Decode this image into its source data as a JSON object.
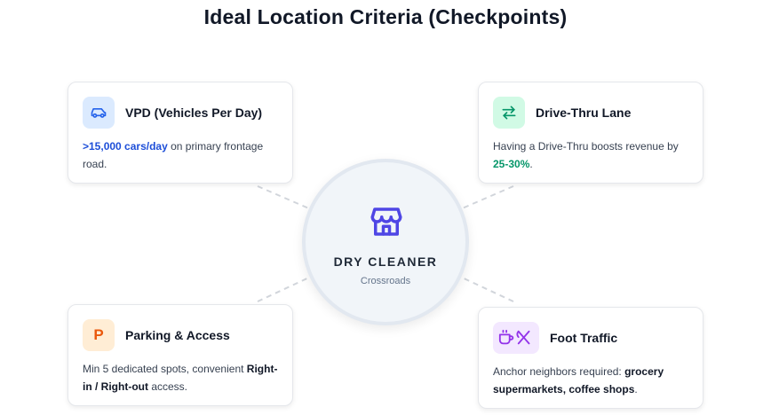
{
  "title": "Ideal Location Criteria (Checkpoints)",
  "center": {
    "title": "DRY CLEANER",
    "subtitle": "Crossroads",
    "icon": "store-icon"
  },
  "cards": [
    {
      "id": "vpd",
      "title": "VPD (Vehicles Per Day)",
      "icon": "car-icon",
      "icon_bg": "#dbeafe",
      "icon_color": "#2563eb",
      "body": {
        "highlight": ">15,000 cars/day",
        "text": " on primary frontage road."
      }
    },
    {
      "id": "drive-thru",
      "title": "Drive-Thru Lane",
      "icon": "swap-arrows-icon",
      "icon_bg": "#d1fae5",
      "icon_color": "#059669",
      "body": {
        "text": "Having a Drive-Thru boosts revenue by ",
        "highlight": "25-30%",
        "suffix": "."
      }
    },
    {
      "id": "parking",
      "title": "Parking & Access",
      "icon": "parking-icon",
      "icon_bg": "#ffedd5",
      "icon_color": "#ea580c",
      "icon_letter": "P",
      "body": {
        "text": "Min 5 dedicated spots, convenient ",
        "highlight": "Right-in / Right-out",
        "suffix": " access."
      }
    },
    {
      "id": "foot-traffic",
      "title": "Foot Traffic",
      "icon": "coffee-utensils-icon",
      "icon_bg": "#f3e8ff",
      "icon_color": "#9333ea",
      "body": {
        "text": "Anchor neighbors required: ",
        "highlight": "grocery supermarkets, coffee shops",
        "suffix": "."
      }
    }
  ],
  "colors": {
    "accent": "#4f46e5",
    "connector": "#d1d5db"
  }
}
